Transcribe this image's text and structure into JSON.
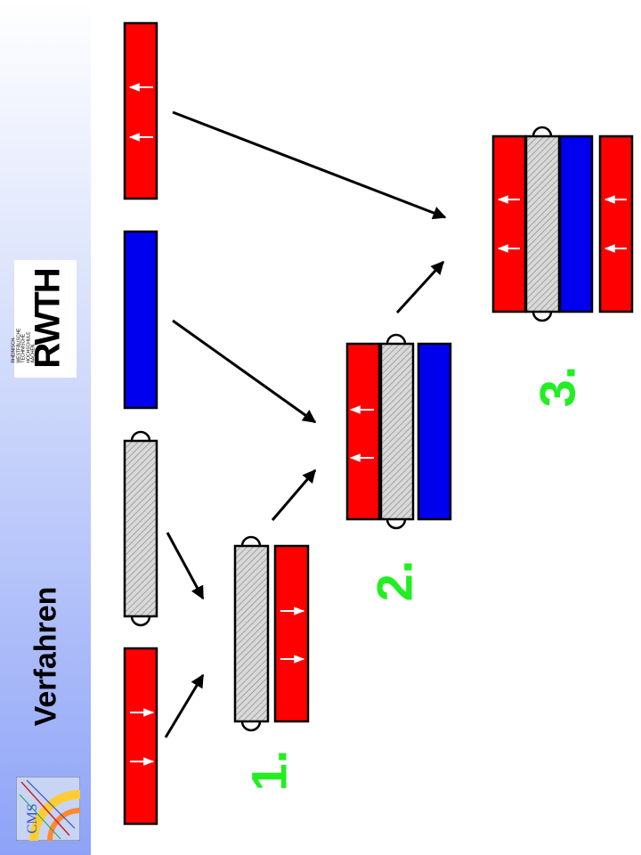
{
  "title": "Verfahren",
  "logo": {
    "name": "RWTH",
    "subtitle": [
      "RHEINISCH-",
      "WESTFÄLISCHE",
      "TECHNISCHE",
      "HOCHSCHULE",
      "AACHEN"
    ]
  },
  "cms_logo_text": "CMS",
  "steps": [
    "1.",
    "2.",
    "3."
  ],
  "colors": {
    "red": "#ff0000",
    "blue": "#0000ee",
    "hatched": "#d9d9d9",
    "step_label": "#22ee22",
    "arrow": "#000000"
  }
}
